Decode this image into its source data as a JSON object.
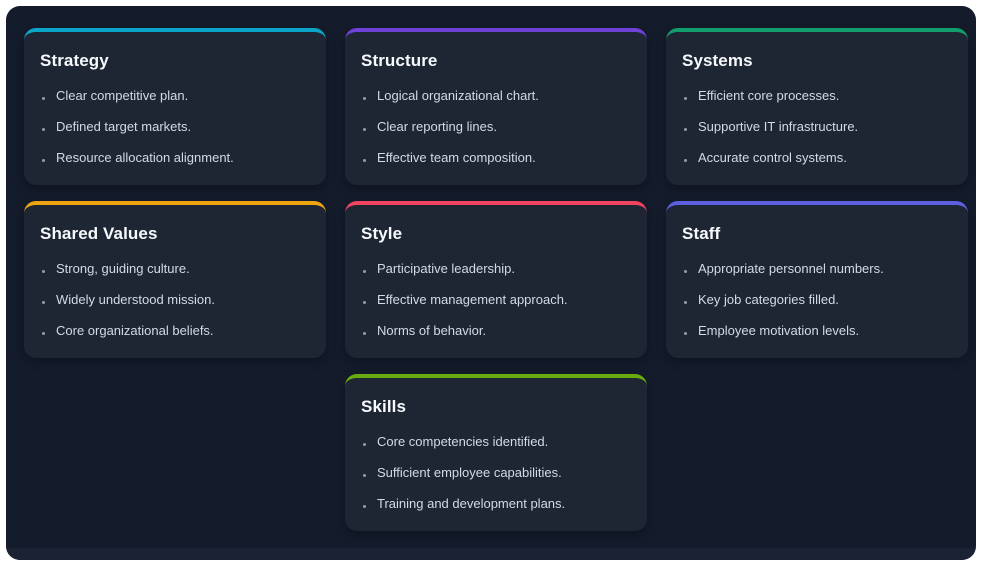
{
  "page": {
    "background_color": "#ffffff",
    "frame_color": "#141b2b",
    "footer_band_color": "#1b2233",
    "card_background": "#1e2634",
    "title_color": "#f7f9fc",
    "item_text_color": "#d4dae3"
  },
  "cards": [
    {
      "id": "strategy",
      "title": "Strategy",
      "accent": "#0ba5c9",
      "items": [
        "Clear competitive plan.",
        "Defined target markets.",
        "Resource allocation alignment."
      ]
    },
    {
      "id": "structure",
      "title": "Structure",
      "accent": "#6f41d6",
      "items": [
        "Logical organizational chart.",
        "Clear reporting lines.",
        "Effective team composition."
      ]
    },
    {
      "id": "systems",
      "title": "Systems",
      "accent": "#129e6c",
      "items": [
        "Efficient core processes.",
        "Supportive IT infrastructure.",
        "Accurate control systems."
      ]
    },
    {
      "id": "shared-values",
      "title": "Shared Values",
      "accent": "#efa511",
      "items": [
        "Strong, guiding culture.",
        "Widely understood mission.",
        "Core organizational beliefs."
      ]
    },
    {
      "id": "style",
      "title": "Style",
      "accent": "#f04461",
      "items": [
        "Participative leadership.",
        "Effective management approach.",
        "Norms of behavior."
      ]
    },
    {
      "id": "staff",
      "title": "Staff",
      "accent": "#5c5fe0",
      "items": [
        "Appropriate personnel numbers.",
        "Key job categories filled.",
        "Employee motivation levels."
      ]
    },
    {
      "id": "skills",
      "title": "Skills",
      "accent": "#68aa0f",
      "items": [
        "Core competencies identified.",
        "Sufficient employee capabilities.",
        "Training and development plans."
      ]
    }
  ]
}
